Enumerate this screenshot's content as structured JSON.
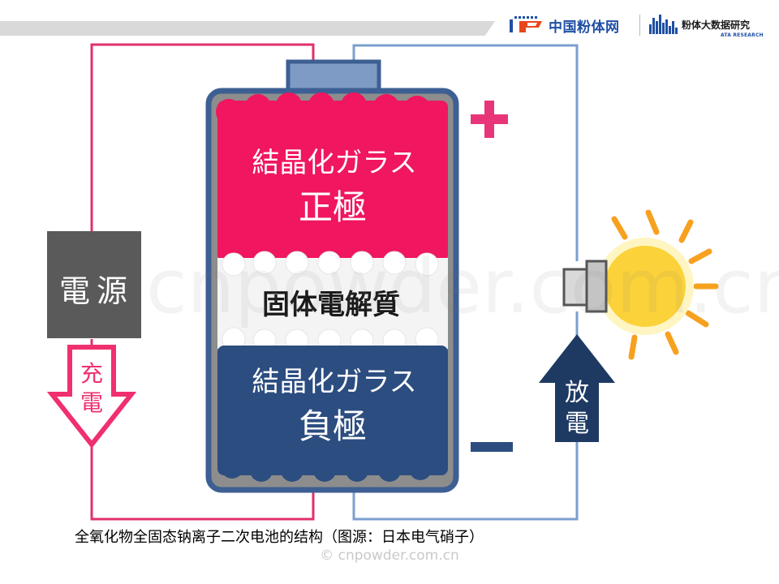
{
  "header": {
    "logo_cnpowder": "中国粉体网",
    "logo_ata_title": "粉体大数据研究",
    "logo_ata_sub": "ATA RESEARCH"
  },
  "diagram": {
    "cathode_line1": "結晶化ガラス",
    "cathode_line2": "正極",
    "electrolyte": "固体電解質",
    "anode_line1": "結晶化ガラス",
    "anode_line2": "負極",
    "power_source_line1": "電",
    "power_source_line2": "源",
    "charge_line1": "充",
    "charge_line2": "電",
    "discharge_line1": "放",
    "discharge_line2": "電",
    "plus_sign": "+",
    "minus_sign": "−"
  },
  "watermark": "cnpowder.com.cn",
  "caption": "全氧化物全固态钠离子二次电池的结构（图源：日本电气硝子）",
  "copyright": "© cnpowder.com.cn",
  "colors": {
    "cathode": "#f0165f",
    "anode": "#2c4d80",
    "electrolyte": "#f4f4f4",
    "battery_outline": "#3d5f93",
    "battery_cap": "#7d9bc4",
    "charge_wire": "#e0306a",
    "discharge_wire": "#7b9fcf",
    "power_source": "#5a5a5a",
    "sun": "#fbd23a",
    "sun_glow": "#fff5c2",
    "sun_rays": "#f7a11f"
  }
}
